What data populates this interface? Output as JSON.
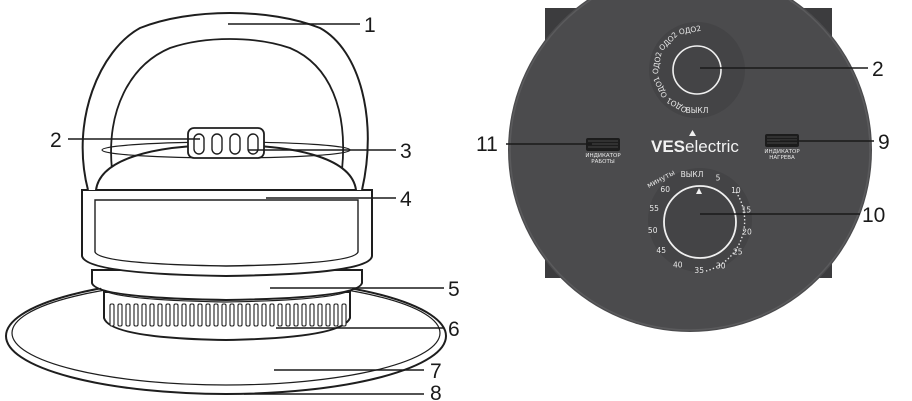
{
  "callouts": {
    "c1": "1",
    "c2a": "2",
    "c3": "3",
    "c4": "4",
    "c5": "5",
    "c6": "6",
    "c7": "7",
    "c8": "8",
    "c11": "11",
    "c2b": "2",
    "c9": "9",
    "c10": "10"
  },
  "panel": {
    "brand_bold": "VES",
    "brand_light": "electric",
    "indicator_work_line1": "ИНДИКАТОР",
    "indicator_work_line2": "РАБОТЫ",
    "indicator_heat_line1": "ИНДИКАТОР",
    "indicator_heat_line2": "НАГРЕВА",
    "temp_off_label": "ВЫКЛ",
    "temp_ticks": [
      "ОДО1",
      "ОДО1",
      "ОДО2",
      "ОДО2",
      "ОДО2"
    ],
    "timer_off_label": "ВЫКЛ",
    "timer_minutes_label": "минуты",
    "timer_ticks": [
      "5",
      "10",
      "15",
      "20",
      "25",
      "30",
      "35",
      "40",
      "45",
      "50",
      "55",
      "60"
    ]
  },
  "colors": {
    "panel_bg": "#4b4b4d",
    "panel_outer": "#3c3c3e",
    "knob_ring": "#f0f0f0"
  }
}
